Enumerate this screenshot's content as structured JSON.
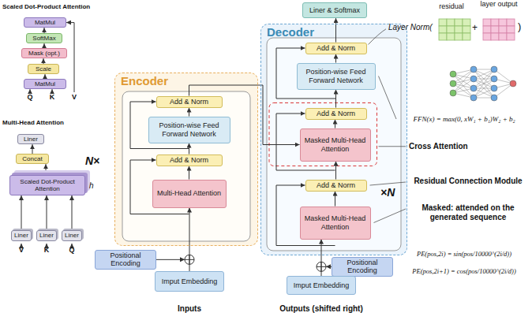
{
  "diagram": {
    "nodes": [
      {
        "text": [
          "MatMul"
        ]
      },
      {
        "text": [
          "SoftMax"
        ]
      },
      {
        "text": [
          "Mask (opt.)"
        ]
      },
      {
        "text": [
          "Scale"
        ]
      },
      {
        "text": [
          "MatMul"
        ]
      },
      {
        "text": [
          "Liner"
        ]
      },
      {
        "text": [
          "Concat"
        ]
      },
      {
        "text": [
          "Scaled Dot-Product Attention"
        ]
      },
      {
        "text": [
          "Liner"
        ]
      },
      {
        "text": [
          "Liner"
        ]
      },
      {
        "text": [
          "Liner"
        ]
      },
      {
        "text": [
          "Encoder"
        ]
      },
      {
        "text": [
          "Add & Norm"
        ],
        "in": 11
      },
      {
        "text": [
          "Position-wise Feed Forward Network"
        ],
        "in": 11
      },
      {
        "text": [
          "Add & Norm"
        ],
        "in": 11
      },
      {
        "text": [
          "Multi-Head Attention"
        ],
        "in": 11
      },
      {
        "text": [
          "Positional Encoding"
        ]
      },
      {
        "text": [
          "Imput Embedding"
        ]
      },
      {
        "text": [
          "Liner & Softmax"
        ]
      },
      {
        "text": [
          "Decoder"
        ]
      },
      {
        "text": [
          "Add & Norm"
        ],
        "in": 19
      },
      {
        "text": [
          "Position-wise Feed Forward Network"
        ],
        "in": 19
      },
      {
        "text": [
          "Add & Norm"
        ],
        "in": 19
      },
      {
        "text": [
          "Masked Multi-Head Attention"
        ],
        "in": 19
      },
      {
        "text": [
          "Add & Norm"
        ],
        "in": 19
      },
      {
        "text": [
          "Masked Multi-Head Attention"
        ],
        "in": 19
      },
      {
        "text": [
          "Positional Encoding"
        ]
      },
      {
        "text": [
          "Imput Embedding"
        ]
      }
    ],
    "edges": [
      {
        "from": 4,
        "to": 3,
        "arrow": "to"
      },
      {
        "from": 3,
        "to": 2,
        "arrow": "to"
      },
      {
        "from": 2,
        "to": 1,
        "arrow": "to"
      },
      {
        "from": 1,
        "to": 0,
        "arrow": "to"
      },
      {
        "from": 8,
        "to": 7,
        "arrow": "to"
      },
      {
        "from": 9,
        "to": 7,
        "arrow": "to"
      },
      {
        "from": 10,
        "to": 7,
        "arrow": "to"
      },
      {
        "from": 7,
        "to": 6,
        "arrow": "to"
      },
      {
        "from": 6,
        "to": 5,
        "arrow": "to"
      },
      {
        "from": 17,
        "to": 15,
        "arrow": "to"
      },
      {
        "from": 15,
        "to": 14,
        "arrow": "to"
      },
      {
        "from": 14,
        "to": 13,
        "arrow": "to"
      },
      {
        "from": 13,
        "to": 12,
        "arrow": "to"
      },
      {
        "from": 12,
        "to": 23,
        "arrow": "to"
      },
      {
        "from": 27,
        "to": 25,
        "arrow": "to"
      },
      {
        "from": 25,
        "to": 24,
        "arrow": "to"
      },
      {
        "from": 24,
        "to": 23,
        "arrow": "to"
      },
      {
        "from": 23,
        "to": 22,
        "arrow": "to"
      },
      {
        "from": 22,
        "to": 21,
        "arrow": "to"
      },
      {
        "from": 21,
        "to": 20,
        "arrow": "to"
      },
      {
        "from": 20,
        "to": 18,
        "arrow": "to"
      }
    ],
    "labels": [
      "Scaled Dot-Product Attention",
      "Q",
      "K",
      "V",
      "Multi-Head Attention",
      "h",
      "V",
      "K",
      "Q",
      "N×",
      "Inputs",
      "×N",
      "Outputs (shifted right)",
      "residual",
      "layer output",
      "Layer Norm(",
      "+",
      ")",
      "FFN(x) = max(0, xW₁ + b₁)W₂ + b₂",
      "Cross Attention",
      "Residual Connection Module",
      "Masked: attended on the generated sequence",
      "PE(pos,2i) = sin(pos/10000^(2i/d))",
      "PE(pos,2i+1) = cos(pos/10000^(2i/d))"
    ]
  }
}
